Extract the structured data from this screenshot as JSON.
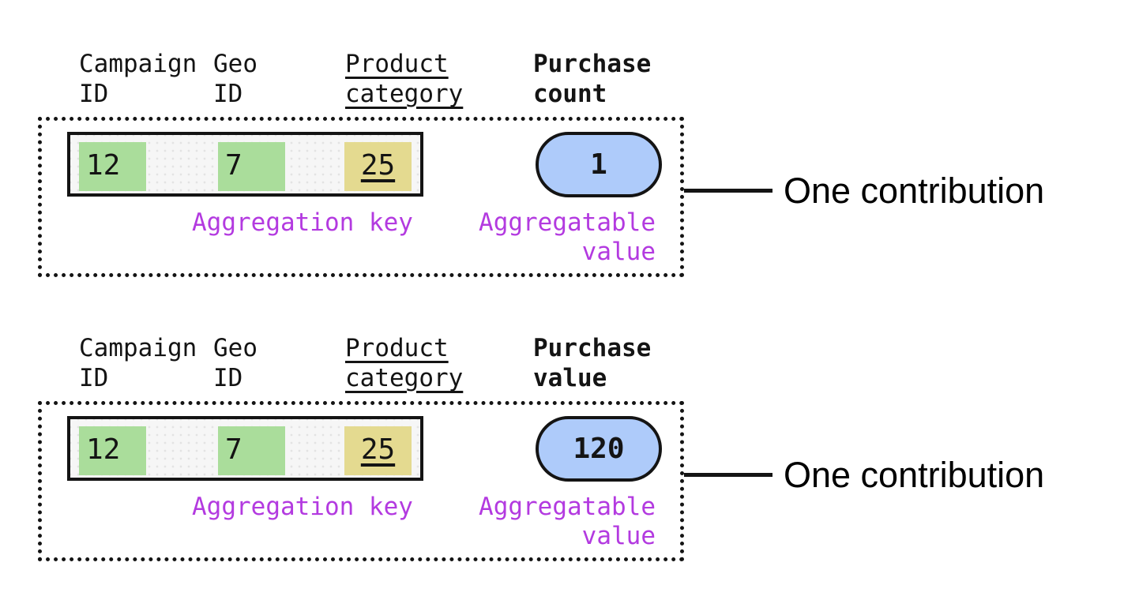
{
  "colors": {
    "highlight_green": "#aadd9b",
    "highlight_yellow": "#e4da90",
    "pill_blue": "#aecbfa",
    "label_purple": "#b33ae0",
    "ink": "#141414",
    "row_bg": "#f6f6f6"
  },
  "records": [
    {
      "name": "purchase-count-record",
      "headers": [
        {
          "text": "Campaign\nID",
          "style": "plain"
        },
        {
          "text": "Geo\nID",
          "style": "plain"
        },
        {
          "text": "Product\ncategory",
          "style": "underline"
        },
        {
          "text": "Purchase\ncount",
          "style": "bold"
        }
      ],
      "key_cells": [
        {
          "value": "12",
          "highlight": "green",
          "underlined": false
        },
        {
          "value": "7",
          "highlight": "green",
          "underlined": false
        },
        {
          "value": "25",
          "highlight": "yellow",
          "underlined": true
        }
      ],
      "key_label": "Aggregation key",
      "value_pill": "1",
      "value_label": "Aggregatable\nvalue",
      "annotation": "One contribution"
    },
    {
      "name": "purchase-value-record",
      "headers": [
        {
          "text": "Campaign\nID",
          "style": "plain"
        },
        {
          "text": "Geo\nID",
          "style": "plain"
        },
        {
          "text": "Product\ncategory",
          "style": "underline"
        },
        {
          "text": "Purchase\nvalue",
          "style": "bold"
        }
      ],
      "key_cells": [
        {
          "value": "12",
          "highlight": "green",
          "underlined": false
        },
        {
          "value": "7",
          "highlight": "green",
          "underlined": false
        },
        {
          "value": "25",
          "highlight": "yellow",
          "underlined": true
        }
      ],
      "key_label": "Aggregation key",
      "value_pill": "120",
      "value_label": "Aggregatable\nvalue",
      "annotation": "One contribution"
    }
  ]
}
